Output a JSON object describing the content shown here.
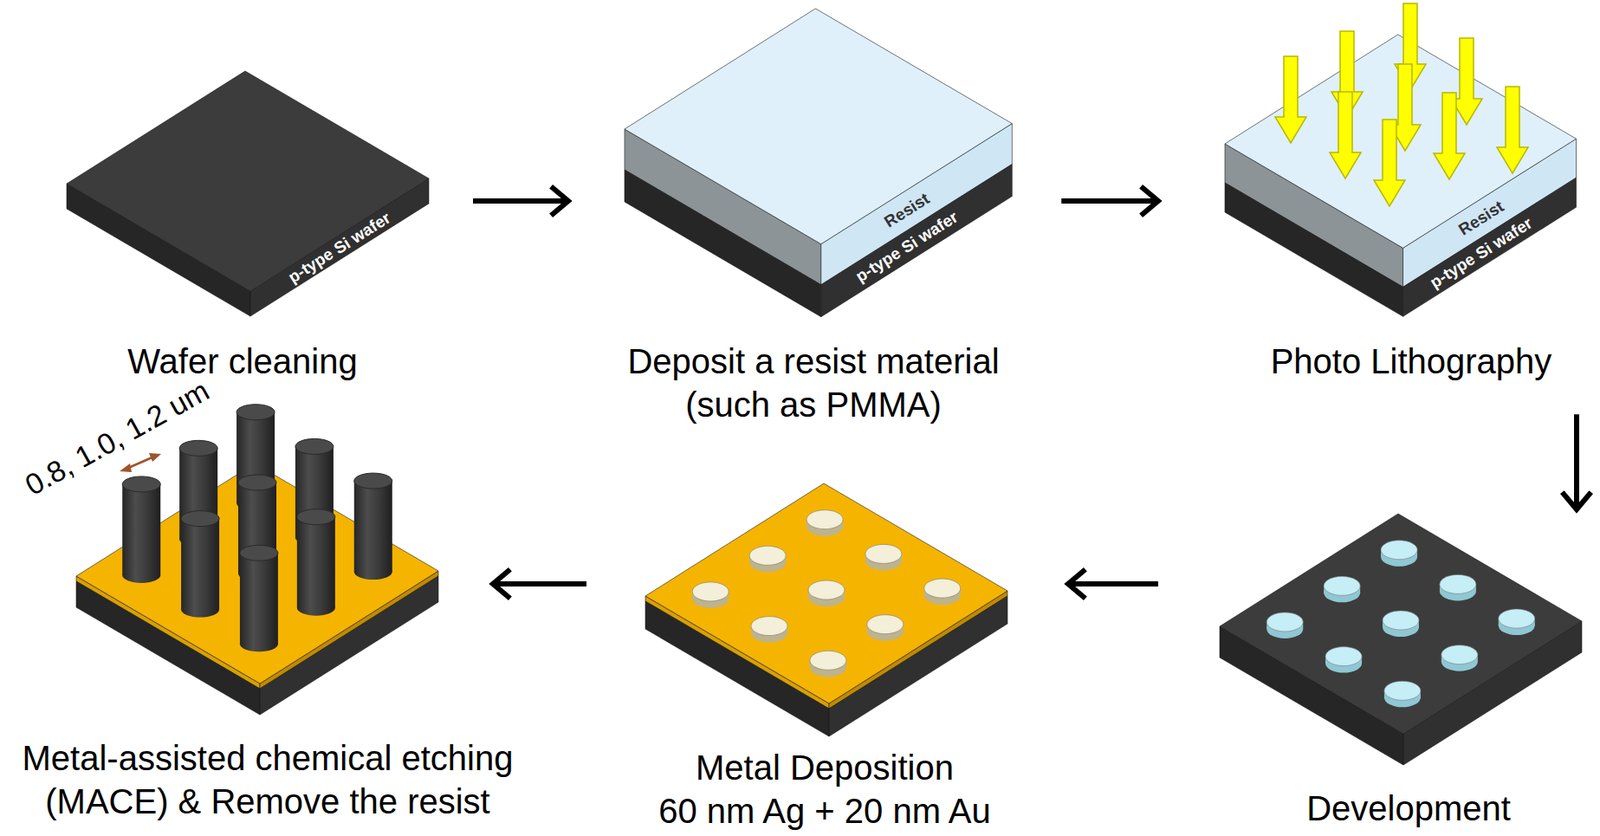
{
  "diagram": {
    "nodes": [
      {
        "text": [
          "p-type Si wafer",
          "Wafer cleaning"
        ]
      },
      {
        "text": [
          "Resist",
          "p-type Si wafer",
          "Deposit a resist material (such as PMMA)"
        ]
      },
      {
        "text": [
          "Resist",
          "p-type Si wafer",
          "Photo Lithography"
        ]
      },
      {
        "text": [
          "Development"
        ]
      },
      {
        "text": [
          "Metal Deposition",
          "60 nm Ag + 20 nm Au"
        ]
      },
      {
        "text": [
          "Metal-assisted chemical etching (MACE) & Remove the resist"
        ]
      }
    ],
    "edges": [
      {
        "from": 0,
        "to": 1,
        "arrow": "to"
      },
      {
        "from": 1,
        "to": 2,
        "arrow": "to"
      },
      {
        "from": 2,
        "to": 3,
        "arrow": "to"
      },
      {
        "from": 3,
        "to": 4,
        "arrow": "to"
      },
      {
        "from": 4,
        "to": 5,
        "arrow": "to"
      }
    ],
    "labels": [
      "0.8, 1.0, 1.2 um"
    ]
  }
}
